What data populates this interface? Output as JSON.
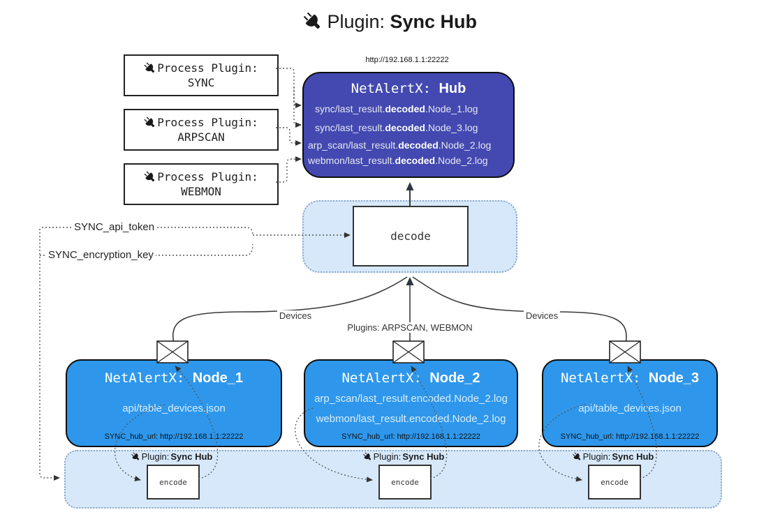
{
  "title": {
    "pre": "Plugin: ",
    "bold": "Sync Hub"
  },
  "colors": {
    "hub_fill": "#4349b0",
    "node_fill": "#2e97ec",
    "panel_fill": "#d6e8fa",
    "panel_border": "#8aa7c8",
    "line_dark": "#3a3a3a"
  },
  "process_plugins": [
    {
      "label": "Process Plugin:",
      "name": "SYNC"
    },
    {
      "label": "Process Plugin:",
      "name": "ARPSCAN"
    },
    {
      "label": "Process Plugin:",
      "name": "WEBMON"
    }
  ],
  "hub": {
    "url": "http://192.168.1.1:22222",
    "title_pre": "NetAlertX: ",
    "title_bold": "Hub",
    "logs": [
      {
        "pre": "sync/last_result.",
        "bold": "decoded",
        "post": ".Node_1.log"
      },
      {
        "pre": "sync/last_result.",
        "bold": "decoded",
        "post": ".Node_3.log"
      },
      {
        "pre": "arp_scan/last_result.",
        "bold": "decoded",
        "post": ".Node_2.log"
      },
      {
        "pre": "webmon/last_result.",
        "bold": "decoded",
        "post": ".Node_2.log"
      }
    ]
  },
  "decode": {
    "label": "decode"
  },
  "secrets": {
    "api_token": "SYNC_api_token",
    "encryption_key": "SYNC_encryption_key"
  },
  "edges": {
    "devices_left": "Devices",
    "plugins_mid": "Plugins: ARPSCAN, WEBMON",
    "devices_right": "Devices"
  },
  "nodes": [
    {
      "title_pre": "NetAlertX: ",
      "title_bold": "Node_1",
      "lines": [
        "api/table_devices.json"
      ],
      "hub_url": "SYNC_hub_url: http://192.168.1.1:22222"
    },
    {
      "title_pre": "NetAlertX: ",
      "title_bold": "Node_2",
      "lines": [
        "arp_scan/last_result.encoded.Node_2.log",
        "webmon/last_result.encoded.Node_2.log"
      ],
      "hub_url": "SYNC_hub_url: http://192.168.1.1:22222"
    },
    {
      "title_pre": "NetAlertX: ",
      "title_bold": "Node_3",
      "lines": [
        "api/table_devices.json"
      ],
      "hub_url": "SYNC_hub_url: http://192.168.1.1:22222"
    }
  ],
  "encoders": [
    {
      "label_pre": "Plugin: ",
      "label_bold": "Sync Hub",
      "box_label": "encode"
    },
    {
      "label_pre": "Plugin: ",
      "label_bold": "Sync Hub",
      "box_label": "encode"
    },
    {
      "label_pre": "Plugin: ",
      "label_bold": "Sync Hub",
      "box_label": "encode"
    }
  ]
}
